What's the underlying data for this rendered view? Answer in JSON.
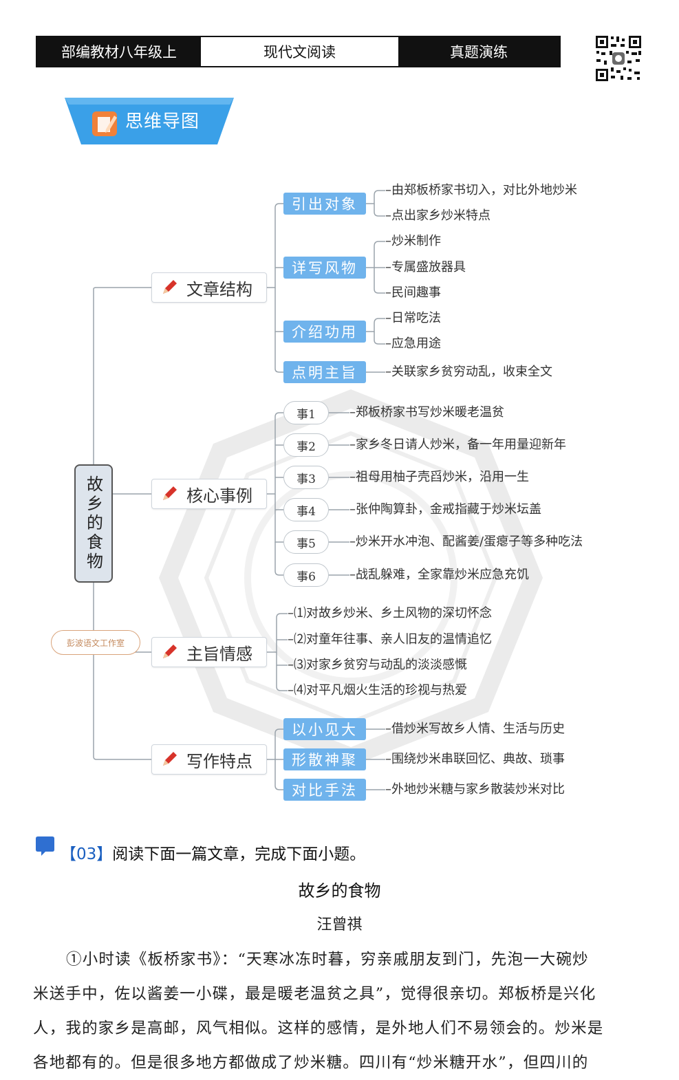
{
  "header": {
    "cells": [
      "部编教材八年级上",
      "现代文阅读",
      "真题演练"
    ]
  },
  "banner": {
    "title": "思维导图",
    "icon": "pencil-note-icon"
  },
  "mindmap": {
    "root": "故乡的食物",
    "stamp": "彭波语文工作室",
    "branches": [
      {
        "label": "文章结构",
        "groups": [
          {
            "tag": "引出对象",
            "leaves": [
              "–由郑板桥家书切入，对比外地炒米",
              "–点出家乡炒米特点"
            ]
          },
          {
            "tag": "详写风物",
            "leaves": [
              "–炒米制作",
              "–专属盛放器具",
              "–民间趣事"
            ]
          },
          {
            "tag": "介绍功用",
            "leaves": [
              "–日常吃法",
              "–应急用途"
            ]
          },
          {
            "tag": "点明主旨",
            "leaves": [
              "–关联家乡贫穷动乱，收束全文"
            ]
          }
        ]
      },
      {
        "label": "核心事例",
        "events": [
          {
            "tag": "事1",
            "text": "–郑板桥家书写炒米暖老温贫"
          },
          {
            "tag": "事2",
            "text": "–家乡冬日请人炒米，备一年用量迎新年"
          },
          {
            "tag": "事3",
            "text": "–祖母用柚子壳舀炒米，沿用一生"
          },
          {
            "tag": "事4",
            "text": "–张仲陶算卦，金戒指藏于炒米坛盖"
          },
          {
            "tag": "事5",
            "text": "–炒米开水冲泡、配酱姜/蛋瘪子等多种吃法"
          },
          {
            "tag": "事6",
            "text": "–战乱躲难，全家靠炒米应急充饥"
          }
        ]
      },
      {
        "label": "主旨情感",
        "leaves": [
          "–⑴对故乡炒米、乡土风物的深切怀念",
          "–⑵对童年往事、亲人旧友的温情追忆",
          "–⑶对家乡贫穷与动乱的淡淡感慨",
          "–⑷对平凡烟火生活的珍视与热爱"
        ]
      },
      {
        "label": "写作特点",
        "groups": [
          {
            "tag": "以小见大",
            "leaves": [
              "–借炒米写故乡人情、生活与历史"
            ]
          },
          {
            "tag": "形散神聚",
            "leaves": [
              "–围绕炒米串联回忆、典故、琐事"
            ]
          },
          {
            "tag": "对比手法",
            "leaves": [
              "–外地炒米糖与家乡散装炒米对比"
            ]
          }
        ]
      }
    ]
  },
  "question": {
    "number": "【03】",
    "prompt": "阅读下面一篇文章，完成下面小题。"
  },
  "article": {
    "title": "故乡的食物",
    "author": "汪曾祺",
    "lines": [
      "①小时读《板桥家书》：“天寒冰冻时暮，穷亲戚朋友到门，先泡一大碗炒",
      "米送手中，佐以酱姜一小碟，最是暖老温贫之具”，觉得很亲切。郑板桥是兴化",
      "人，我的家乡是高邮，风气相似。这样的感情，是外地人们不易领会的。炒米是",
      "各地都有的。但是很多地方都做成了炒米糖。四川有“炒米糖开水”，但四川的"
    ]
  },
  "colors": {
    "tag_blue": "#6fb3ec",
    "banner_blue": "#3aa0e8",
    "accent_orange": "#f0813a",
    "question_blue": "#1a5fc0"
  }
}
